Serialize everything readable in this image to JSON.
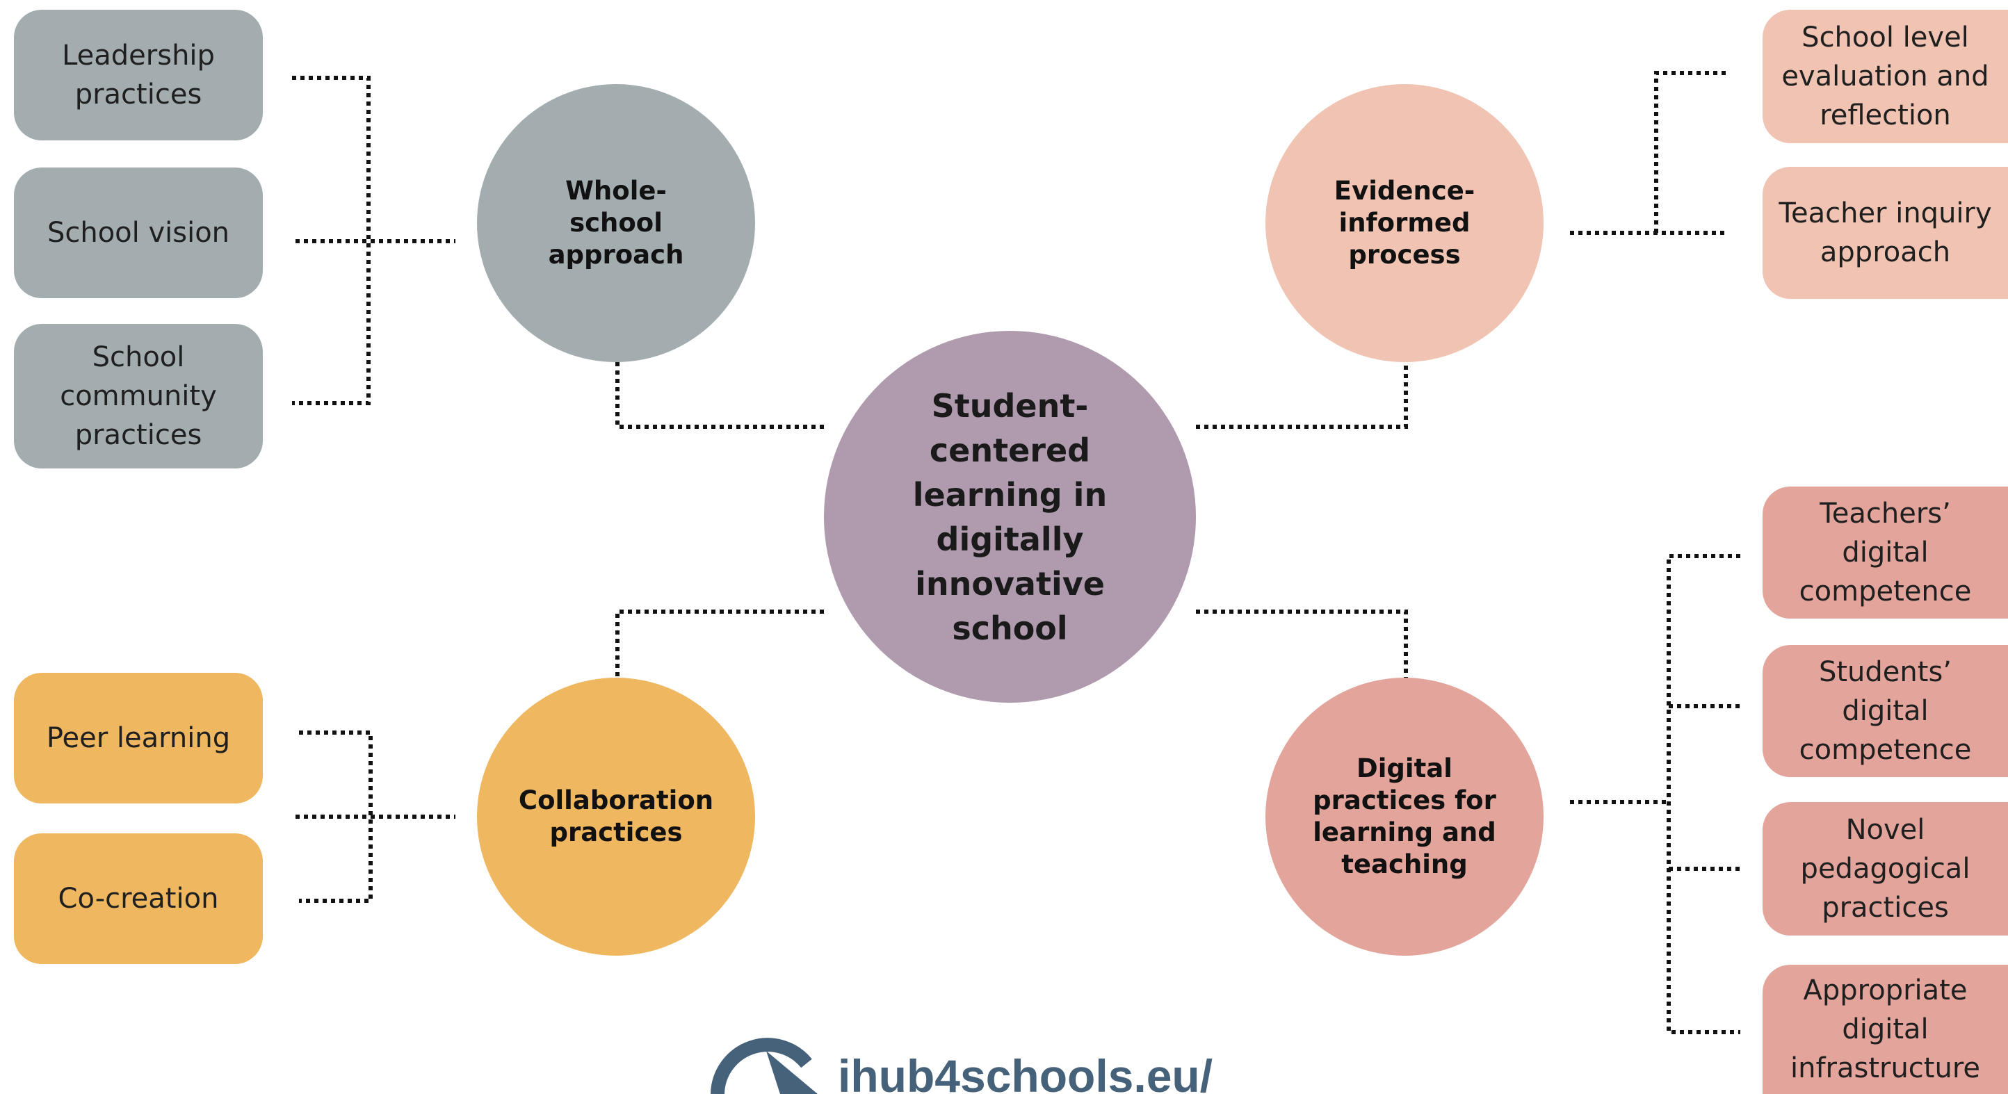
{
  "center": {
    "label": "Student-centered\nlearning in\ndigitally\ninnovative school"
  },
  "hubs": {
    "whole_school": "Whole-\nschool\napproach",
    "evidence": "Evidence-\ninformed\nprocess",
    "collaboration": "Collaboration\npractices",
    "digital_practices": "Digital\npractices for\nlearning and\nteaching"
  },
  "leaves": {
    "leadership": "Leadership\npractices",
    "vision": "School vision",
    "community": "School\ncommunity\npractices",
    "peer_learning": "Peer learning",
    "co_creation": "Co-creation",
    "evaluation": "School level\nevaluation and\nreflection",
    "inquiry": "Teacher inquiry\napproach",
    "teachers_digital": "Teachers’ digital\ncompetence",
    "students_digital": "Students’ digital\ncompetence",
    "novel_pedagogy": "Novel\npedagogical\npractices",
    "infrastructure": "Appropriate\ndigital\ninfrastructure"
  },
  "logo": {
    "text": "ihub4schools.eu/"
  },
  "colors": {
    "center": "#af9bad",
    "whole_school": "#a3adb0",
    "evidence": "#f0c3b2",
    "collaboration": "#eeb760",
    "digital_practices": "#e3a49b",
    "connector": "#111111",
    "logo": "#46617a"
  }
}
